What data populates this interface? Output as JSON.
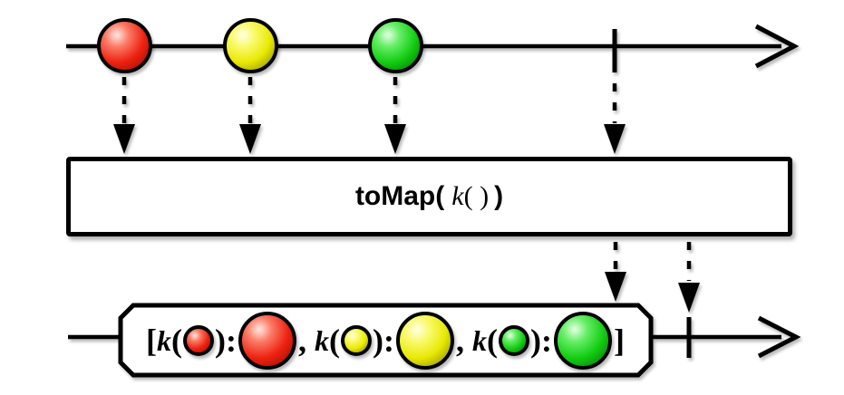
{
  "diagram": {
    "name": "toMap marble diagram",
    "background_color": "#ffffff",
    "outline_color": "#000000"
  },
  "colors": {
    "red": {
      "highlight": "#ffe9e2",
      "mid": "#ee2211",
      "dark": "#8e0b00"
    },
    "yellow": {
      "highlight": "#ffffe6",
      "mid": "#e9e905",
      "dark": "#7e7e00"
    },
    "green": {
      "highlight": "#e6ffe6",
      "mid": "#14cd14",
      "dark": "#006e00"
    }
  },
  "source_timeline": {
    "marbles": [
      {
        "color": "red"
      },
      {
        "color": "yellow"
      },
      {
        "color": "green"
      }
    ],
    "has_completion_tick": true
  },
  "operator_box": {
    "label_parts": {
      "prefix": "toMap(",
      "arg_name": "k",
      "arg_parens": "( )",
      "suffix": ")"
    },
    "label_full": "toMap( k( ) )"
  },
  "output_timeline": {
    "text": {
      "open_bracket": "[",
      "key_fn": "k",
      "open_paren": "(",
      "close_colon": "):",
      "separator": ",",
      "close_bracket": "]"
    },
    "map_entries": [
      {
        "color": "red"
      },
      {
        "color": "yellow"
      },
      {
        "color": "green"
      }
    ],
    "has_completion_tick": true
  }
}
